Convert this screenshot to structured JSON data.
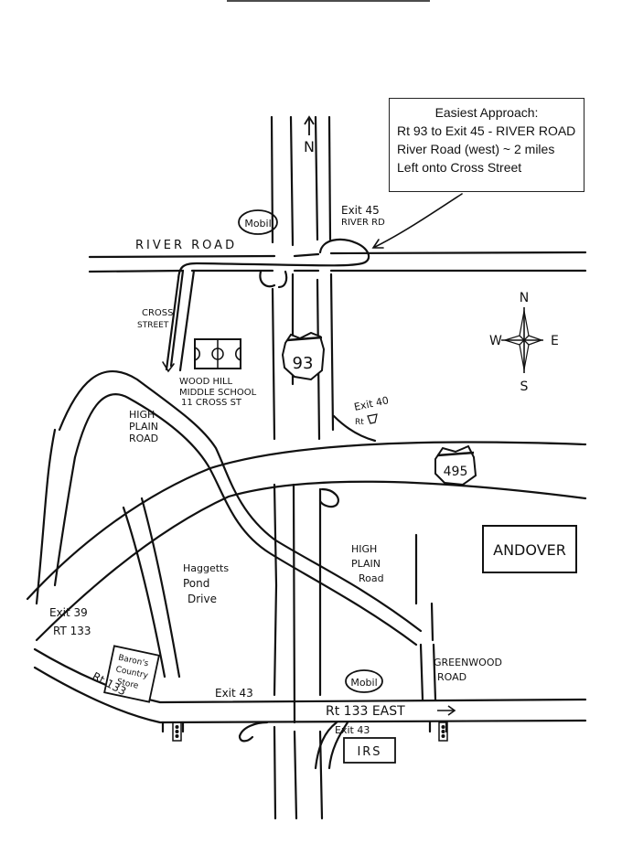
{
  "approach": {
    "title": "Easiest Approach:",
    "lines": [
      "Rt 93  to Exit 45 - RIVER ROAD",
      "River Road (west) ~ 2 miles",
      "Left onto Cross Street"
    ]
  },
  "labels": {
    "north_arrow_n": "N",
    "exit45": "Exit 45",
    "exit45_sub": "RIVER RD",
    "mobil_top": "Mobil",
    "river_road": "RIVER ROAD",
    "cross_street_1": "CROSS",
    "cross_street_2": "STREET",
    "school_1": "WOOD HILL",
    "school_2": "MIDDLE SCHOOL",
    "school_3": "11 CROSS ST",
    "route93": "93",
    "exit40": "Exit 40",
    "exit40_sub": "Rt",
    "high_plain_1": "HIGH",
    "high_plain_2": "PLAIN",
    "high_plain_3": "ROAD",
    "route495": "495",
    "andover": "ANDOVER",
    "high_plain_b1": "HIGH",
    "high_plain_b2": "PLAIN",
    "high_plain_b3": "Road",
    "haggetts_1": "Haggetts",
    "haggetts_2": "Pond",
    "haggetts_3": "Drive",
    "exit39": "Exit 39",
    "rt133_left": "RT 133",
    "barons_1": "Baron's",
    "barons_2": "Country",
    "barons_3": "Store",
    "rt133_diag": "Rt 133",
    "exit43_a": "Exit 43",
    "mobil_bottom": "Mobil",
    "greenwood_1": "GREENWOOD",
    "greenwood_2": "ROAD",
    "rt133_east": "Rt 133  EAST",
    "exit43_b": "Exit 43",
    "irs": "IRS",
    "compass_n": "N",
    "compass_s": "S",
    "compass_e": "E",
    "compass_w": "W"
  }
}
